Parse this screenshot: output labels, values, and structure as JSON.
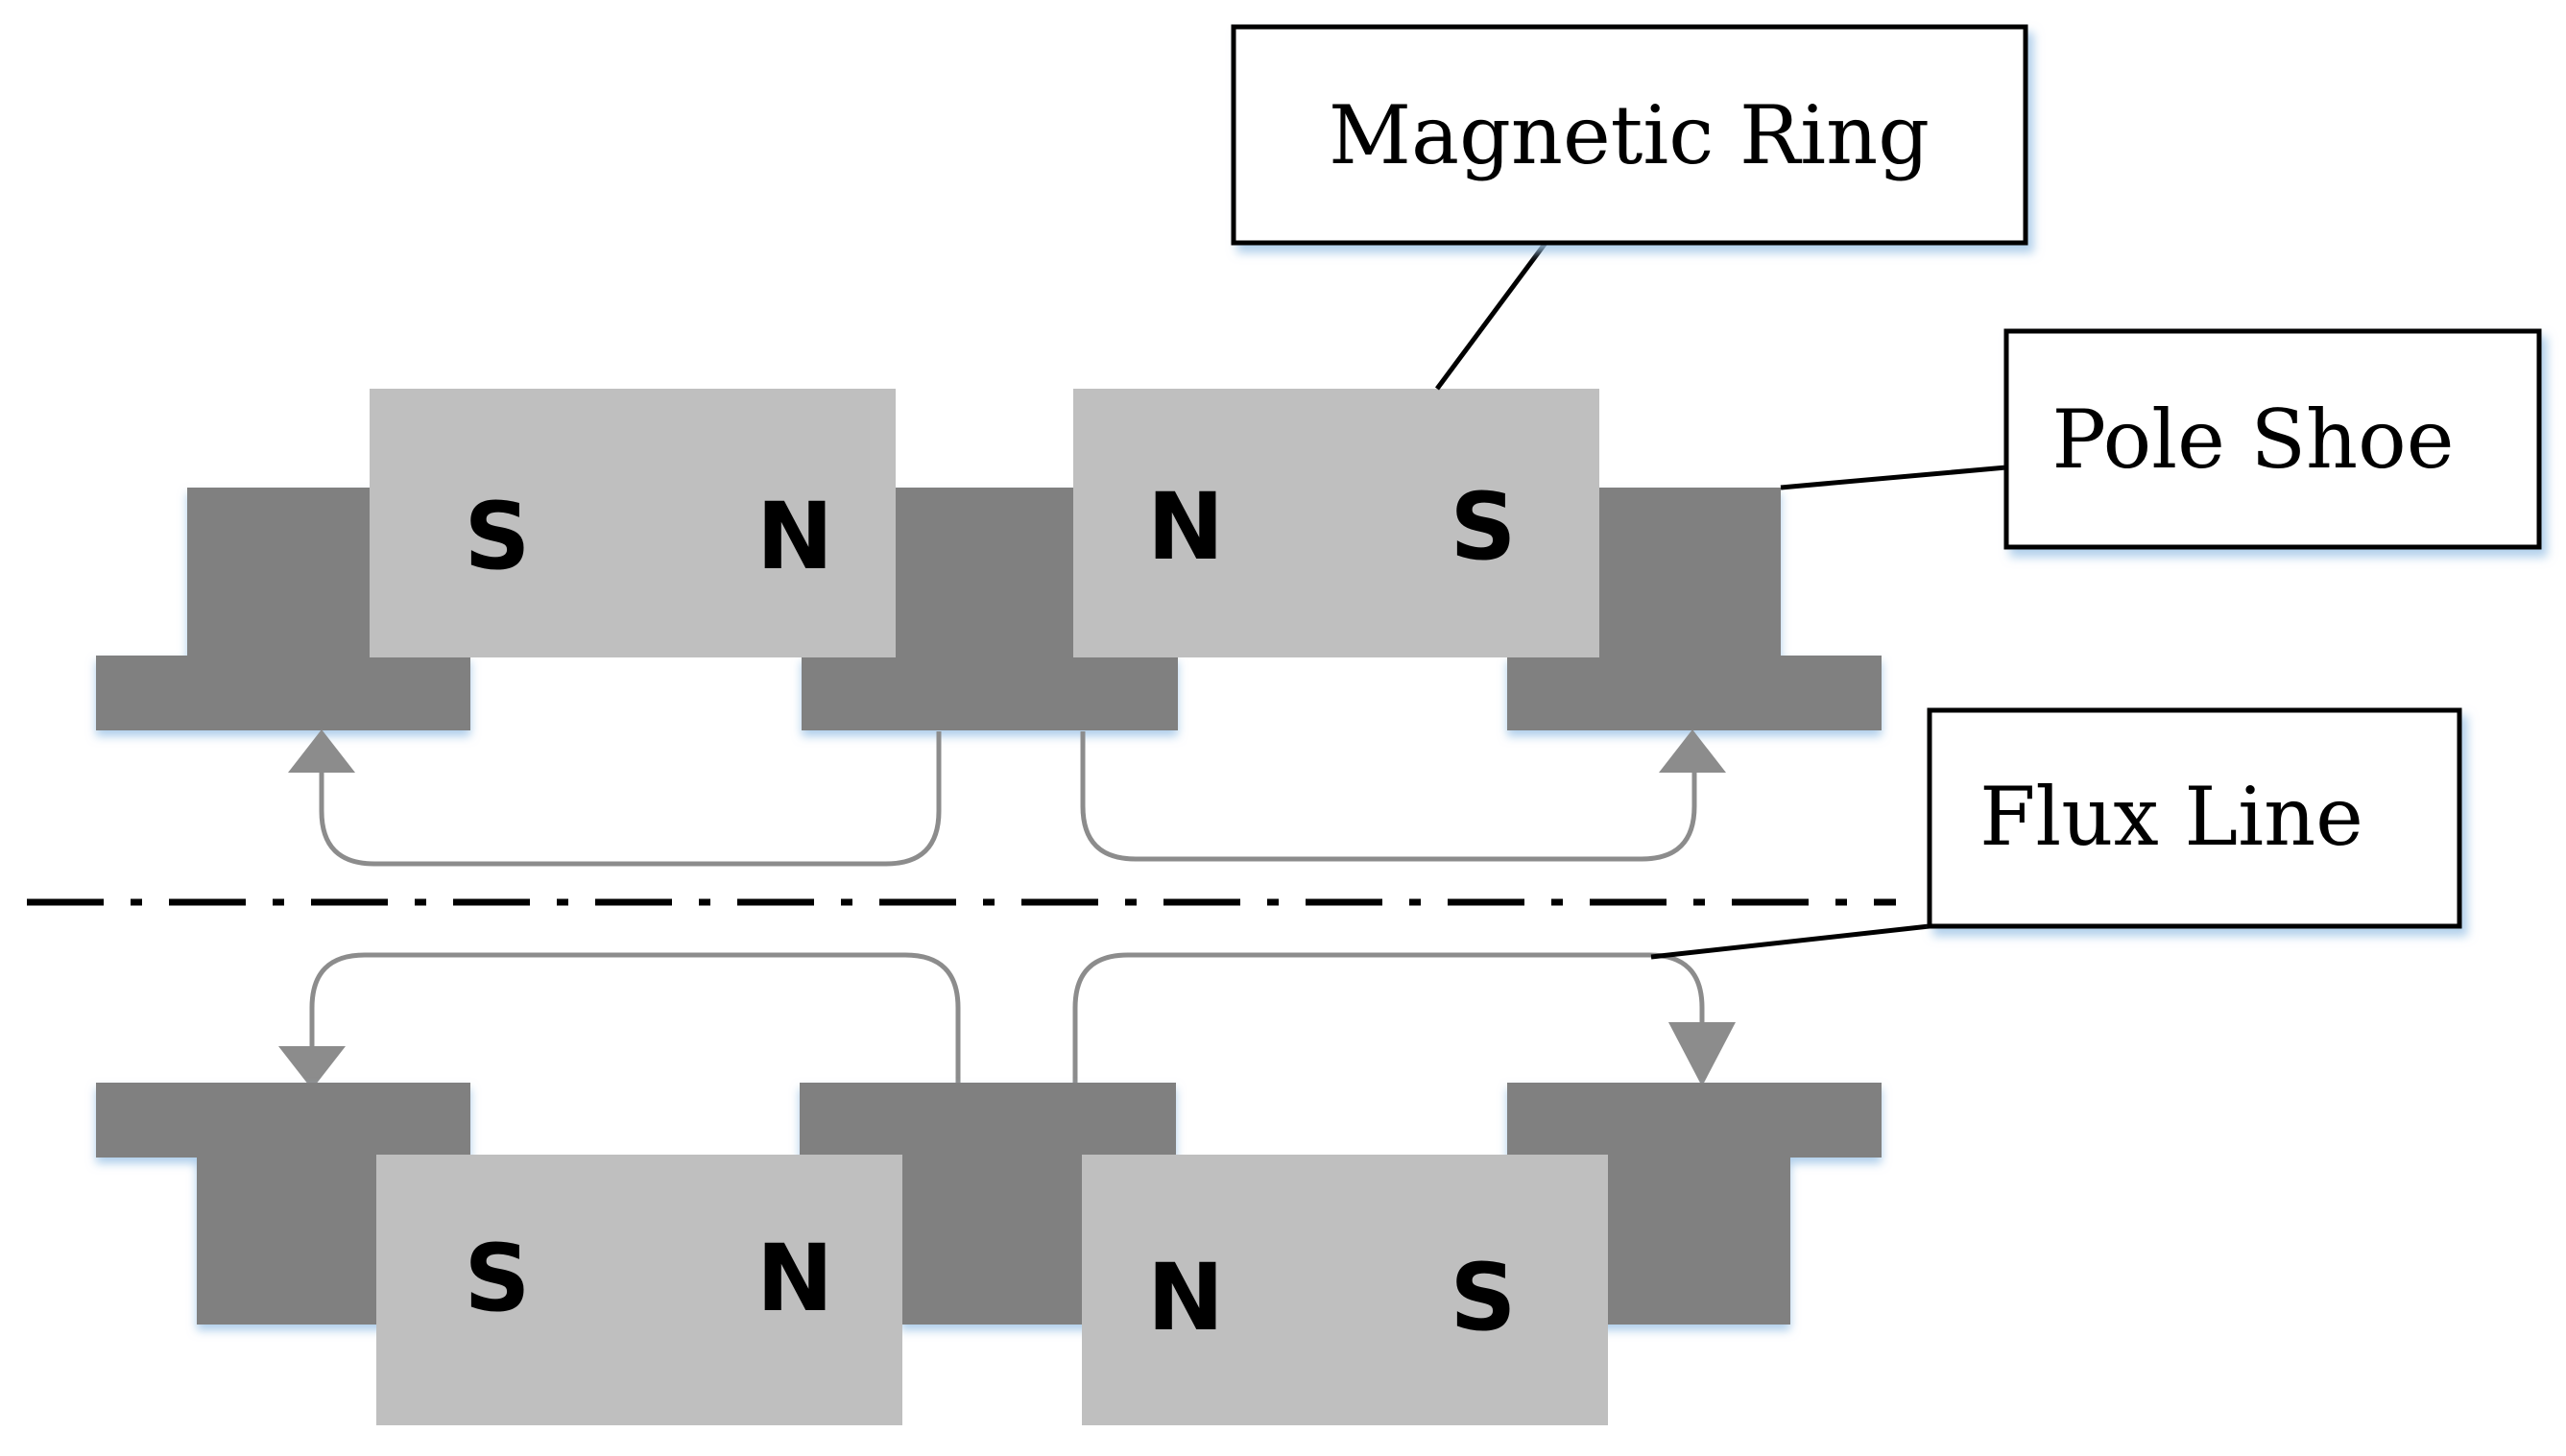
{
  "labels": {
    "magnetic_ring": "Magnetic Ring",
    "pole_shoe": "Pole Shoe",
    "flux_line": "Flux Line"
  },
  "top_row": {
    "magnet_left": {
      "left_pole": "S",
      "right_pole": "N"
    },
    "magnet_right": {
      "left_pole": "N",
      "right_pole": "S"
    }
  },
  "bottom_row": {
    "magnet_left": {
      "left_pole": "S",
      "right_pole": "N"
    },
    "magnet_right": {
      "left_pole": "N",
      "right_pole": "S"
    }
  },
  "colors": {
    "pole_shoe": "#808080",
    "magnet": "#bfbfbf",
    "flux_line": "#8c8c8c",
    "axis_line": "#000000",
    "glow": "#a9cbe8"
  }
}
